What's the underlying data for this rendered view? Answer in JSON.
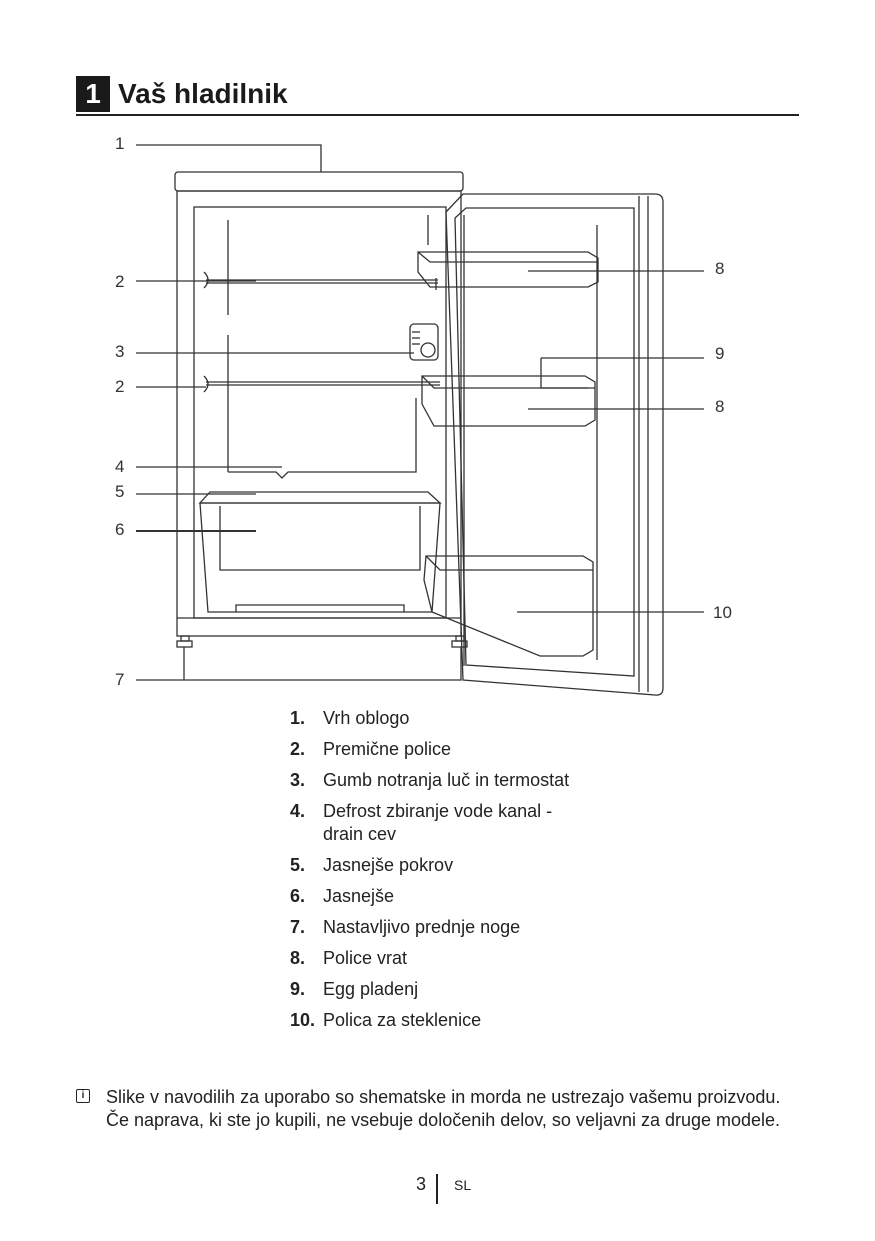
{
  "header": {
    "section_number": "1",
    "title": "Vaš hladilnik"
  },
  "diagram": {
    "callouts_left": [
      "1",
      "2",
      "3",
      "2",
      "4",
      "5",
      "6",
      "7"
    ],
    "callouts_right": [
      "8",
      "9",
      "8",
      "10"
    ]
  },
  "legend": [
    {
      "num": "1.",
      "text": "Vrh oblogo"
    },
    {
      "num": "2.",
      "text": "Premične police"
    },
    {
      "num": "3.",
      "text": "Gumb notranja luč in termostat"
    },
    {
      "num": "4.",
      "text": "Defrost zbiranje vode kanal - drain cev"
    },
    {
      "num": "5.",
      "text": "Jasnejše pokrov"
    },
    {
      "num": "6.",
      "text": "Jasnejše"
    },
    {
      "num": "7.",
      "text": "Nastavljivo prednje noge"
    },
    {
      "num": "8.",
      "text": "Police vrat"
    },
    {
      "num": "9.",
      "text": "Egg pladenj"
    },
    {
      "num": "10.",
      "text": "Polica za steklenice"
    }
  ],
  "note": {
    "icon": "info-icon",
    "text": "Slike v navodilih za uporabo so shematske in morda ne ustrezajo vašemu proizvodu. Če naprava, ki ste jo kupili, ne vsebuje določenih delov, so veljavni za druge modele."
  },
  "footer": {
    "page": "3",
    "lang": "SL"
  }
}
